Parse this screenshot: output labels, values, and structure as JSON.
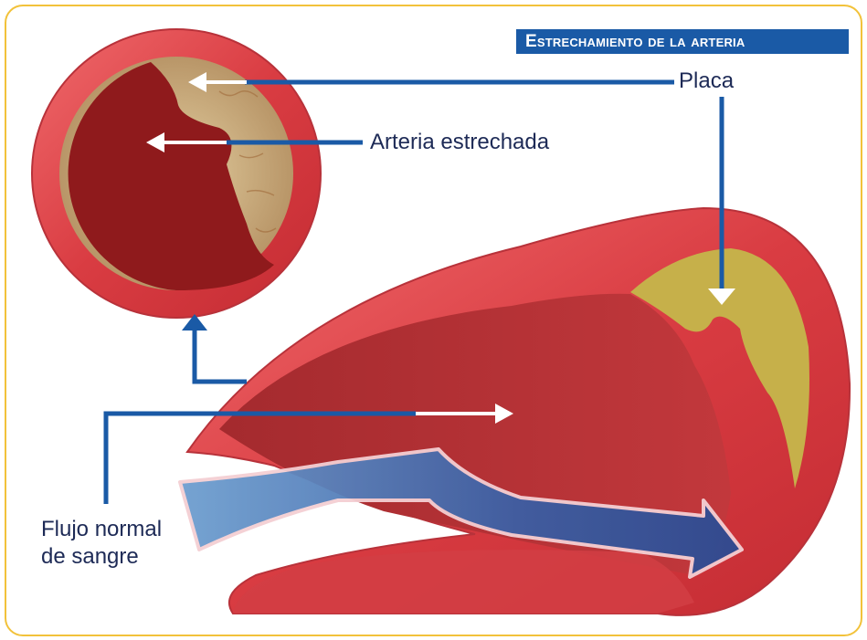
{
  "title": "Estrechamiento de la arteria",
  "labels": {
    "placa": "Placa",
    "arteria_estrechada": "Arteria estrechada",
    "flujo_line1": "Flujo normal",
    "flujo_line2": "de sangre"
  },
  "colors": {
    "frame_border": "#f2c23a",
    "title_banner": "#1a5aa6",
    "callout_line": "#1a5aa6",
    "label_text": "#1d2a56",
    "artery_wall": "#e2484c",
    "artery_lumen": "#8f1a1c",
    "plaque": "#c6b04a",
    "blood_flow": "#4f86c0"
  }
}
